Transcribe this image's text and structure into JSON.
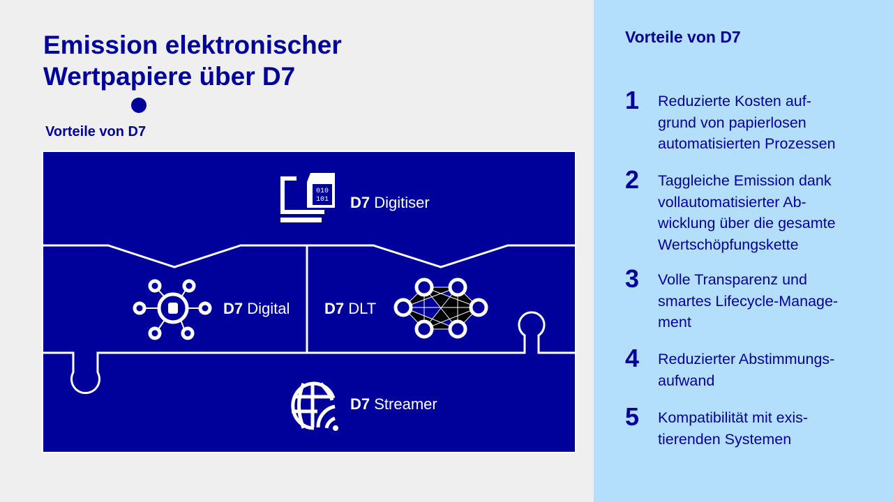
{
  "title_line1": "Emission elektronischer",
  "title_line2": "Wertpapiere über D7",
  "subtitle": "Vorteile von D7",
  "diagram": {
    "digitiser": {
      "prefix": "D7",
      "name": "Digitiser",
      "icon": "computer-document-binary-icon",
      "binary": [
        "010",
        "101"
      ]
    },
    "digital": {
      "prefix": "D7",
      "name": "Digital",
      "icon": "database-network-icon"
    },
    "dlt": {
      "prefix": "D7",
      "name": "DLT",
      "icon": "mesh-network-icon"
    },
    "streamer": {
      "prefix": "D7",
      "name": "Streamer",
      "icon": "globe-wifi-icon"
    }
  },
  "colors": {
    "navy": "#00009a",
    "panel": "#b3dffc",
    "background": "#efefef"
  },
  "panel": {
    "title": "Vorteile von D7",
    "items": [
      {
        "num": "1",
        "lines": [
          "Reduzierte Kosten auf-",
          "grund von papierlosen",
          "automatisierten Prozessen"
        ]
      },
      {
        "num": "2",
        "lines": [
          "Taggleiche Emission dank",
          "vollautomatisierter Ab-",
          "wicklung über die gesamte",
          "Wertschöpfungskette"
        ]
      },
      {
        "num": "3",
        "lines": [
          "Volle Transparenz und",
          "smartes Lifecycle-Manage-",
          "ment"
        ]
      },
      {
        "num": "4",
        "lines": [
          "Reduzierter Abstimmungs-",
          "aufwand"
        ]
      },
      {
        "num": "5",
        "lines": [
          "Kompatibilität mit exis-",
          "tierenden Systemen"
        ]
      }
    ]
  }
}
